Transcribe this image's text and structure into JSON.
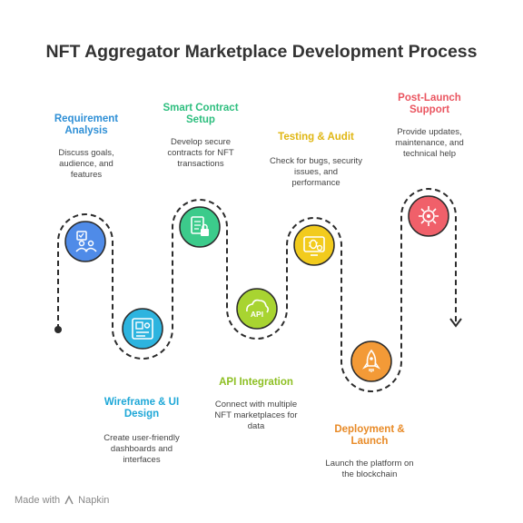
{
  "title": "NFT Aggregator Marketplace Development Process",
  "steps": [
    {
      "label": "Requirement Analysis",
      "desc": "Discuss goals, audience, and features",
      "color": "#4F8BE8",
      "labelColor": "#2E8FD6",
      "icon": "checklist-people-icon"
    },
    {
      "label": "Wireframe & UI Design",
      "desc": "Create user-friendly dashboards and interfaces",
      "color": "#2DB4DF",
      "labelColor": "#1DA7D7",
      "icon": "ui-layout-icon"
    },
    {
      "label": "Smart Contract Setup",
      "desc": "Develop secure contracts for NFT transactions",
      "color": "#3CCB8B",
      "labelColor": "#2DBE7E",
      "icon": "contract-lock-icon"
    },
    {
      "label": "API Integration",
      "desc": "Connect with multiple NFT marketplaces for data",
      "color": "#A8D431",
      "labelColor": "#8DBF22",
      "icon": "cloud-api-icon"
    },
    {
      "label": "Testing & Audit",
      "desc": "Check for bugs, security issues, and performance",
      "color": "#F2CB1D",
      "labelColor": "#E0B612",
      "icon": "bug-monitor-icon"
    },
    {
      "label": "Deployment & Launch",
      "desc": "Launch the platform on the blockchain",
      "color": "#F39A37",
      "labelColor": "#E88A26",
      "icon": "rocket-icon"
    },
    {
      "label": "Post-Launch Support",
      "desc": "Provide updates, maintenance, and technical help",
      "color": "#F0606A",
      "labelColor": "#EA5560",
      "icon": "support-gear-icon"
    }
  ],
  "footer": {
    "made_with": "Made with",
    "brand": "Napkin"
  }
}
